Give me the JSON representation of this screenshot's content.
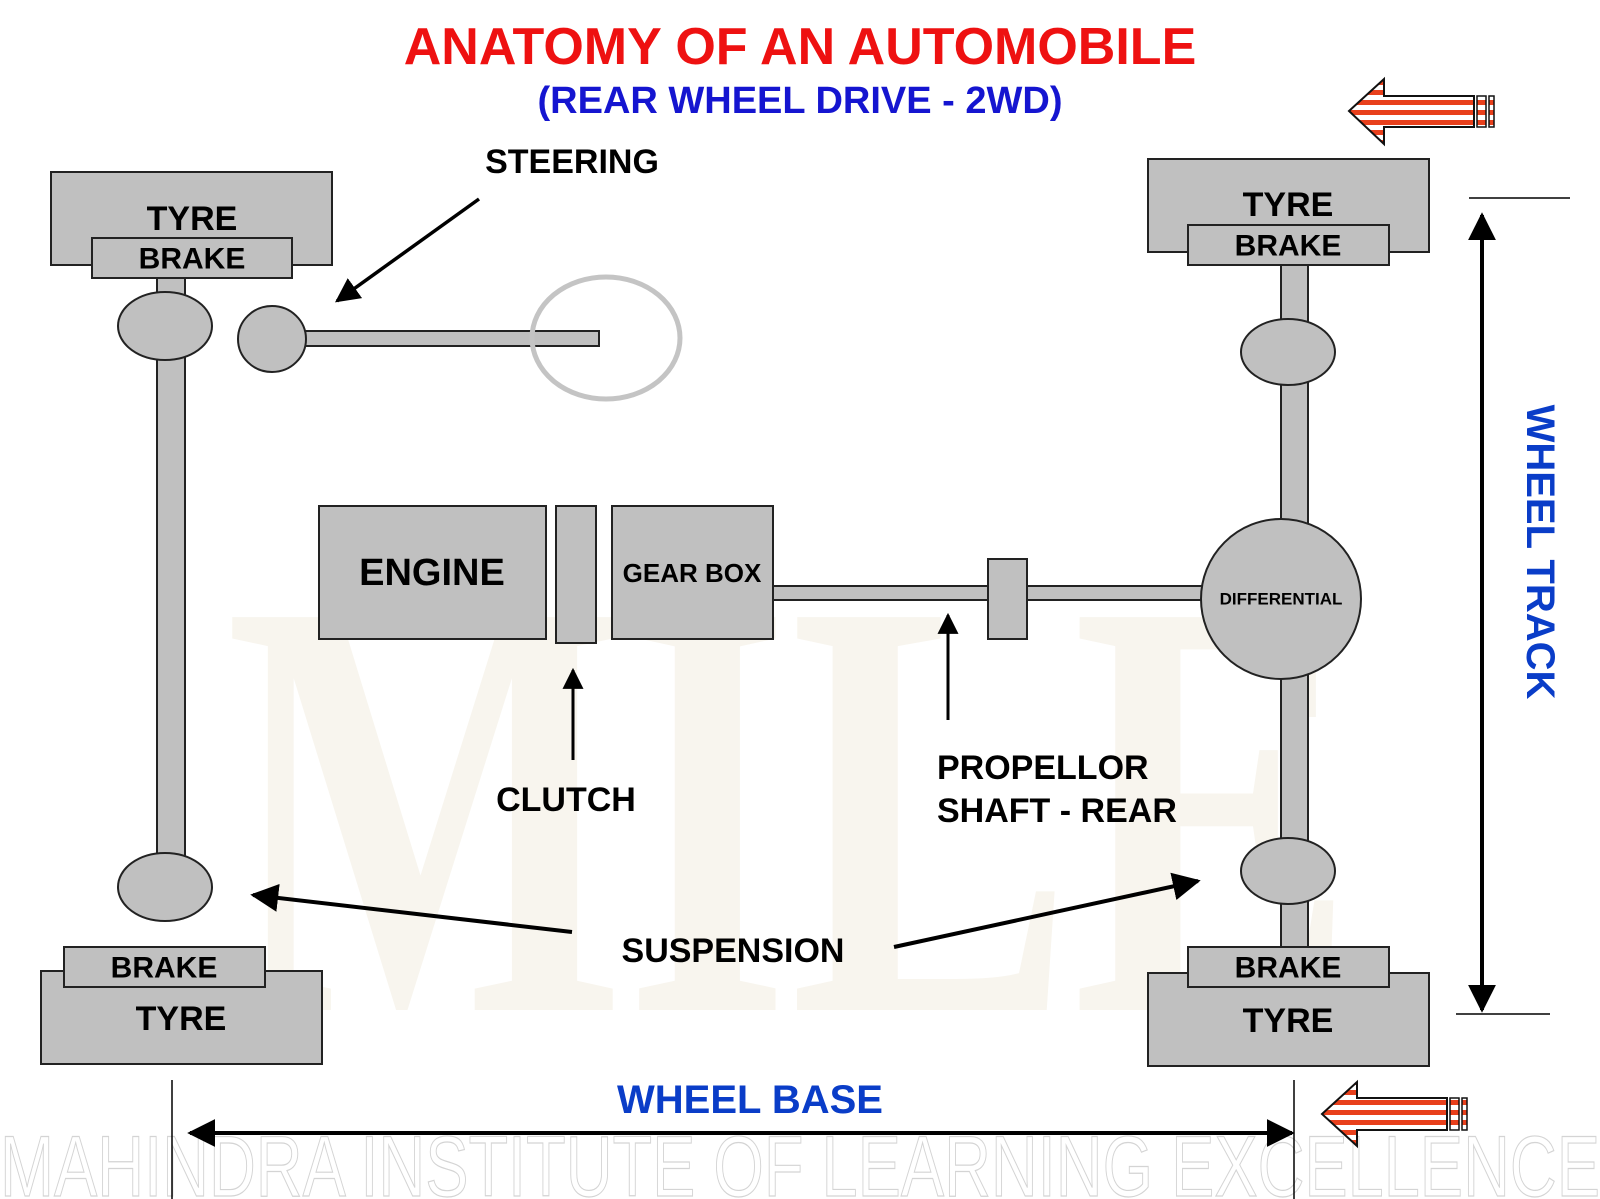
{
  "title": "ANATOMY OF AN AUTOMOBILE",
  "subtitle": "(REAR WHEEL DRIVE - 2WD)",
  "colors": {
    "title": "#ee1111",
    "subtitle": "#1515d0",
    "dimension_label": "#0a3dc8",
    "component_fill": "#c0c0c0",
    "outline": "#222222",
    "steering_wheel": "#c4c4c4",
    "arrow_stripe_red": "#e8401c",
    "watermark": "#f8f5ee"
  },
  "components": {
    "front_left": {
      "tyre": "TYRE",
      "brake": "BRAKE"
    },
    "front_right": {
      "tyre": "TYRE",
      "brake": "BRAKE"
    },
    "rear_left": {
      "tyre": "TYRE",
      "brake": "BRAKE"
    },
    "rear_right": {
      "tyre": "TYRE",
      "brake": "BRAKE"
    },
    "engine": "ENGINE",
    "gear_box": "GEAR BOX",
    "differential": "DIFFERENTIAL"
  },
  "callouts": {
    "steering": "STEERING",
    "clutch": "CLUTCH",
    "propeller_line1": "PROPELLOR",
    "propeller_line2": "SHAFT - REAR",
    "suspension": "SUSPENSION"
  },
  "dimensions": {
    "wheel_base": "WHEEL BASE",
    "wheel_track": "WHEEL TRACK"
  },
  "watermark": {
    "big": "MILE",
    "footer": "MAHINDRA INSTITUTE OF LEARNING  EXCELLENCE"
  },
  "direction_arrows": [
    {
      "name": "direction-arrow-top",
      "direction": "left"
    },
    {
      "name": "direction-arrow-bottom",
      "direction": "left"
    }
  ]
}
